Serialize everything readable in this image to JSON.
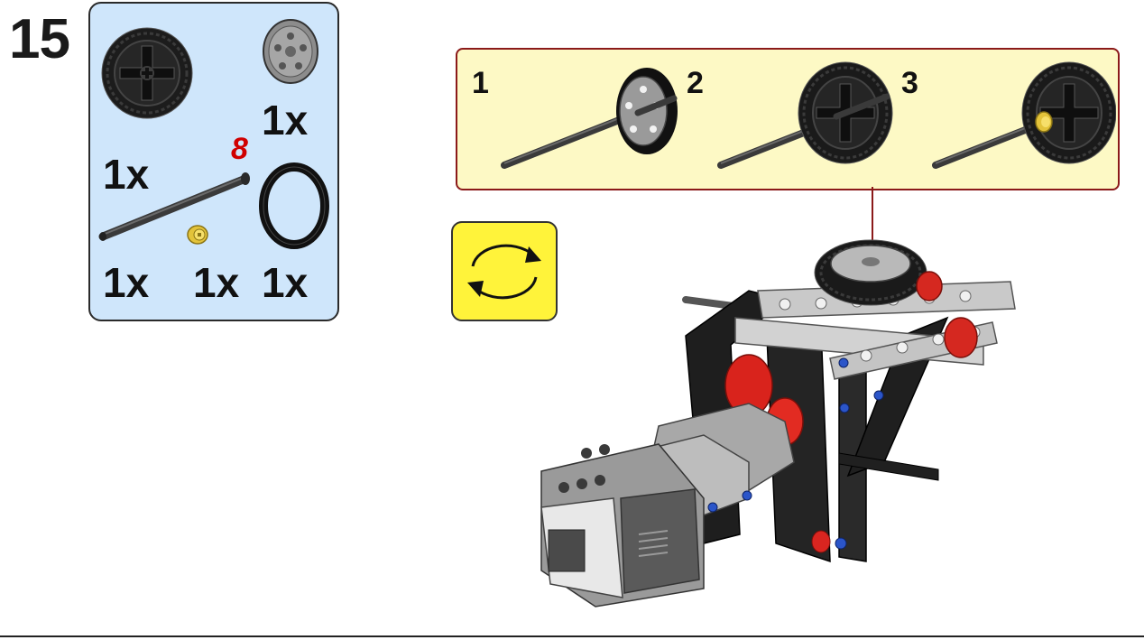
{
  "step": {
    "number": "15"
  },
  "parts": {
    "gear_qty": "1x",
    "hub_qty": "1x",
    "axle_qty": "1x",
    "axle_length": "8",
    "bush_qty": "1x",
    "tire_qty": "1x"
  },
  "callout": {
    "substeps": [
      "1",
      "2",
      "3"
    ]
  },
  "icons": {
    "gear": "gear-36-tooth-icon",
    "hub": "wheel-hub-icon",
    "axle": "axle-icon",
    "bush": "bush-icon",
    "tire": "tire-icon",
    "rotate": "rotate-model-icon"
  },
  "colors": {
    "parts_panel_bg": "#cfe6fb",
    "callout_bg": "#fdf9c5",
    "callout_border": "#8b1a1a",
    "rotate_bg": "#fff33a",
    "axle_length_color": "#d00000"
  }
}
